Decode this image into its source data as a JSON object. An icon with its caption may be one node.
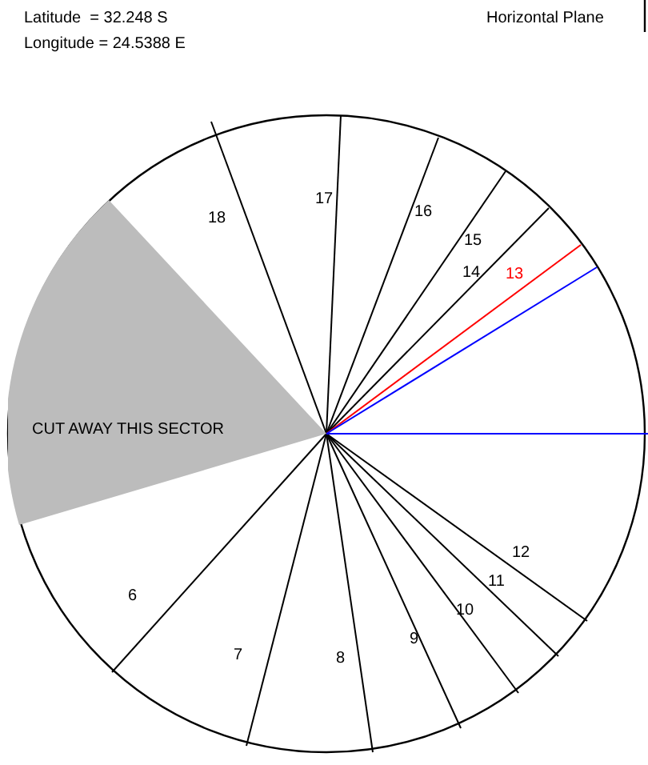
{
  "diagram": {
    "title": "Horizontal Plane",
    "nodes": [
      {
        "text": [
          "CUT AWAY THIS SECTOR"
        ]
      }
    ],
    "edges": [],
    "labels": [
      "Latitude  = 32.248 S",
      "Longitude = 24.5388 E",
      "18",
      "17",
      "16",
      "15",
      "14",
      "13",
      "12",
      "11",
      "10",
      "9",
      "8",
      "7",
      "6"
    ]
  }
}
